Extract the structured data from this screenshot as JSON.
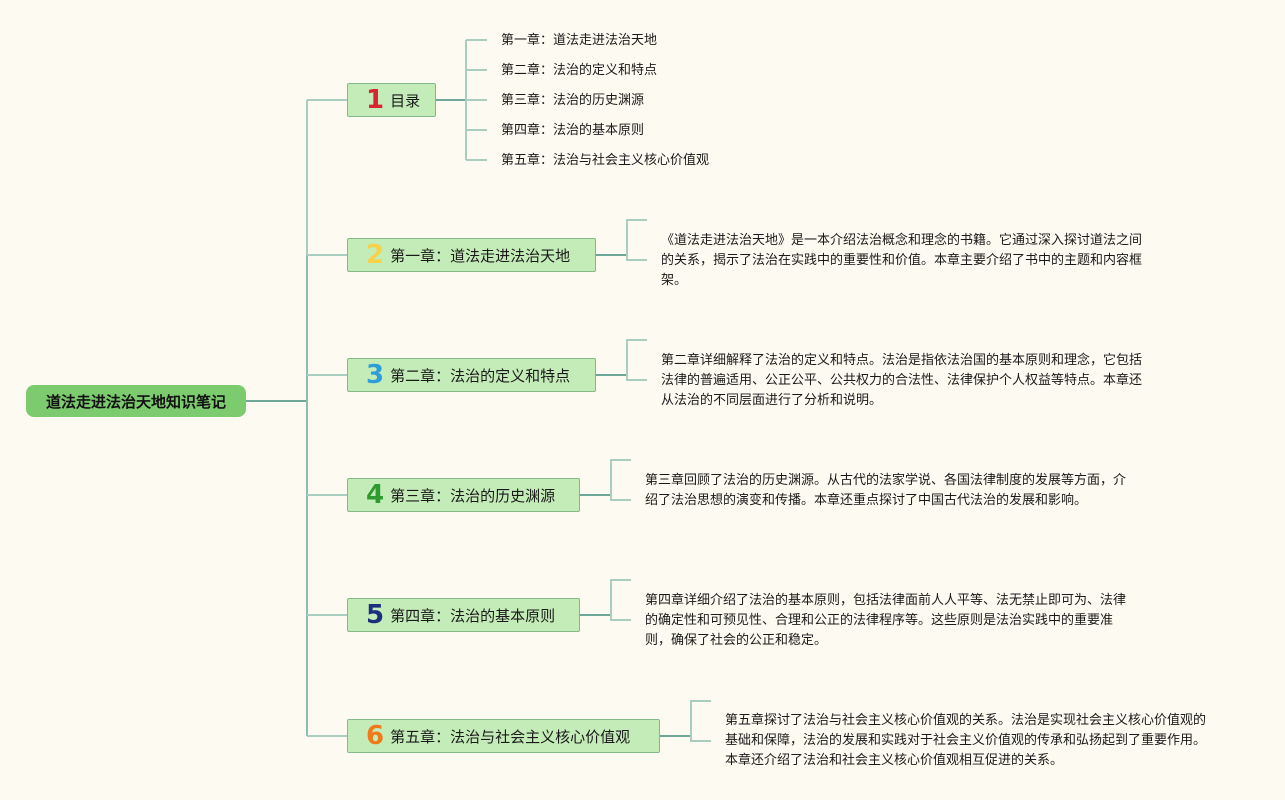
{
  "root": {
    "title": "道法走进法治天地知识笔记"
  },
  "branches": [
    {
      "number": "1",
      "number_color": "#d8252f",
      "label": "目录"
    },
    {
      "number": "2",
      "number_color": "#f5d24a",
      "label": "第一章：道法走进法治天地"
    },
    {
      "number": "3",
      "number_color": "#2f9ed8",
      "label": "第二章：法治的定义和特点"
    },
    {
      "number": "4",
      "number_color": "#2f9a2f",
      "label": "第三章：法治的历史渊源"
    },
    {
      "number": "5",
      "number_color": "#1c2f7d",
      "label": "第四章：法治的基本原则"
    },
    {
      "number": "6",
      "number_color": "#f07a1a",
      "label": "第五章：法治与社会主义核心价值观"
    }
  ],
  "toc": [
    "第一章：道法走进法治天地",
    "第二章：法治的定义和特点",
    "第三章：法治的历史渊源",
    "第四章：法治的基本原则",
    "第五章：法治与社会主义核心价值观"
  ],
  "details": [
    "《道法走进法治天地》是一本介绍法治概念和理念的书籍。它通过深入探讨道法之间的关系，揭示了法治在实践中的重要性和价值。本章主要介绍了书中的主题和内容框架。",
    "第二章详细解释了法治的定义和特点。法治是指依法治国的基本原则和理念，它包括法律的普遍适用、公正公平、公共权力的合法性、法律保护个人权益等特点。本章还从法治的不同层面进行了分析和说明。",
    "第三章回顾了法治的历史渊源。从古代的法家学说、各国法律制度的发展等方面，介绍了法治思想的演变和传播。本章还重点探讨了中国古代法治的发展和影响。",
    "第四章详细介绍了法治的基本原则，包括法律面前人人平等、法无禁止即可为、法律的确定性和可预见性、合理和公正的法律程序等。这些原则是法治实践中的重要准则，确保了社会的公正和稳定。",
    "第五章探讨了法治与社会主义核心价值观的关系。法治是实现社会主义核心价值观的基础和保障，法治的发展和实践对于社会主义价值观的传承和弘扬起到了重要作用。本章还介绍了法治和社会主义核心价值观相互促进的关系。"
  ],
  "colors": {
    "background": "#fdfaf1",
    "root_fill": "#7dcb6f",
    "branch_fill": "#c4ecb8",
    "branch_border": "#86b98a",
    "line_main": "#6fa898",
    "line_light": "#a9cdbf"
  }
}
